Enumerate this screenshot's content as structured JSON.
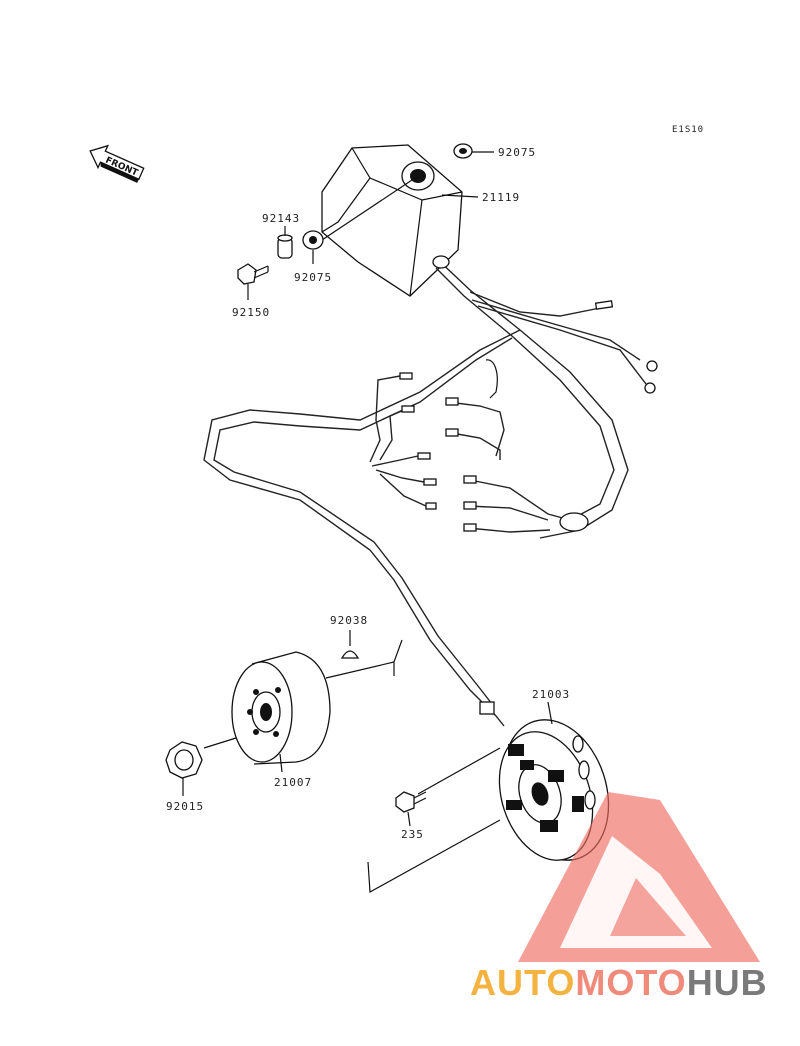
{
  "diagram": {
    "code": "E1S10",
    "front_label": "FRONT",
    "parts": {
      "p92075_top": "92075",
      "p21119": "21119",
      "p92143": "92143",
      "p92075_left": "92075",
      "p92150": "92150",
      "p92038": "92038",
      "p21003": "21003",
      "p21007": "21007",
      "p92015": "92015",
      "p235": "235"
    }
  },
  "watermark": {
    "part1": "AUTO",
    "part2": "MOTO",
    "part3": "HUB",
    "colors": {
      "auto": "#f4b340",
      "moto": "#f08a7a",
      "hub": "#7a7a7a",
      "triangle": "#ee6b60"
    }
  }
}
